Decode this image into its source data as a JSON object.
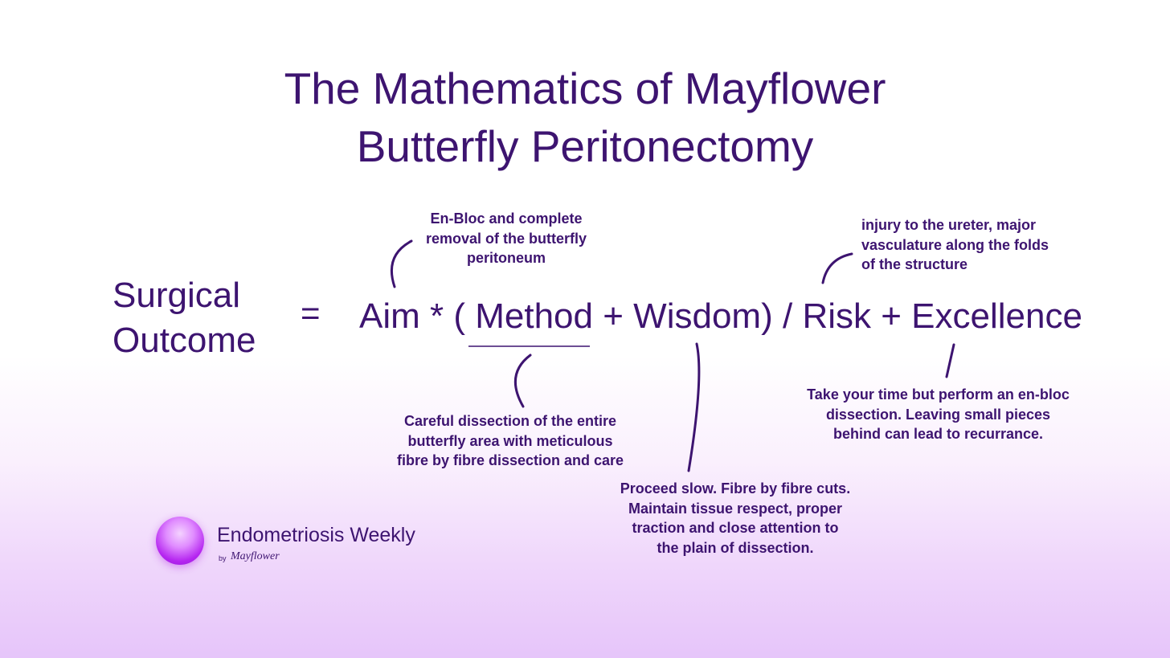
{
  "title": {
    "line1": "The Mathematics of Mayflower",
    "line2": "Butterfly Peritonectomy"
  },
  "equation": {
    "lhs_line1": "Surgical",
    "lhs_line2": "Outcome",
    "equals": "=",
    "aim": "Aim * (",
    "method": "Method",
    "plus1": "+",
    "wisdom": "Wisdom)",
    "slash": "/",
    "risk": "Risk",
    "plus2": "+",
    "excellence": "Excellence"
  },
  "annotations": {
    "aim": [
      "En-Bloc and complete",
      "removal of the butterfly",
      "peritoneum"
    ],
    "risk": [
      "injury to the ureter, major",
      "vasculature along the folds",
      "of the structure"
    ],
    "method": [
      "Careful dissection of the entire",
      "butterfly area with meticulous",
      "fibre by fibre dissection and care"
    ],
    "excellence": [
      "Take your time but perform an en-bloc",
      "dissection. Leaving small pieces",
      "behind can lead to recurrance."
    ],
    "wisdom": [
      "Proceed slow. Fibre by fibre cuts.",
      "Maintain tissue respect, proper",
      "traction and close attention to",
      "the plain of dissection."
    ]
  },
  "branding": {
    "name": "Endometriosis Weekly",
    "by": "by",
    "by_brand": "Mayflower"
  },
  "colors": {
    "text": "#3d1470",
    "accent": "#b526f0"
  }
}
